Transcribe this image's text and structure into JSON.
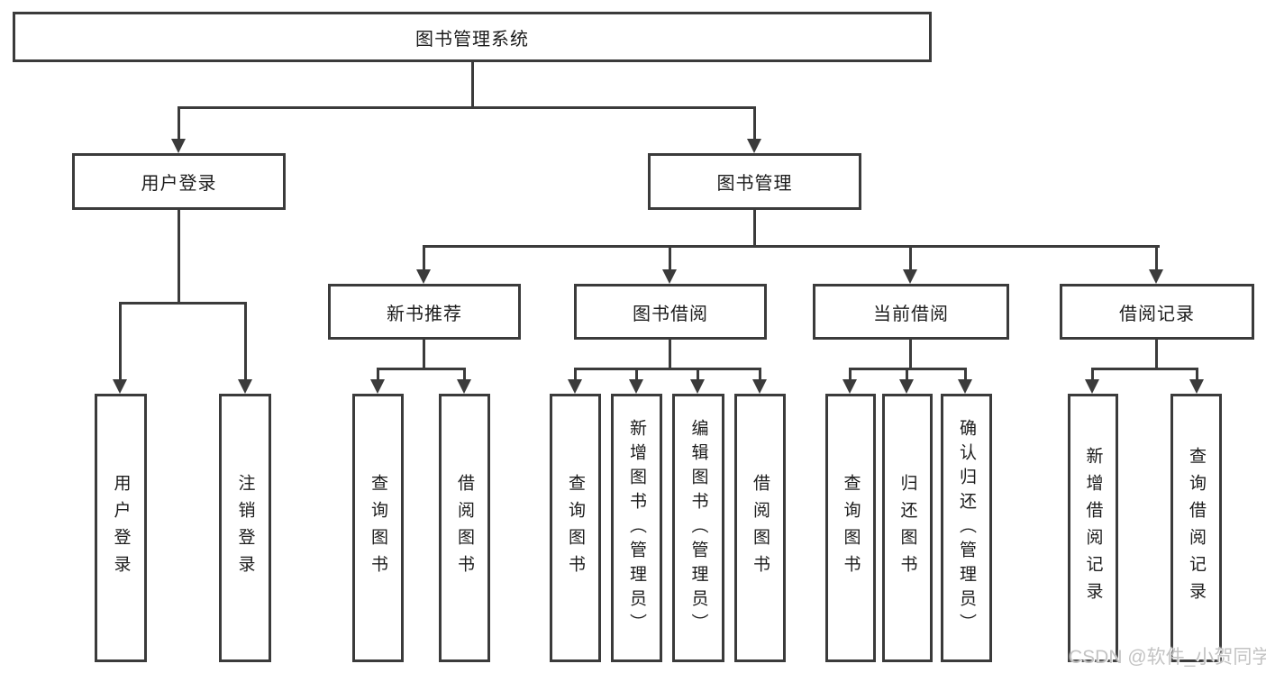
{
  "diagram": {
    "title": "图书管理系统",
    "user_login": {
      "label": "用户登录",
      "children": [
        "用户登录",
        "注销登录"
      ]
    },
    "book_mgmt": {
      "label": "图书管理",
      "sections": {
        "new_book": {
          "label": "新书推荐",
          "children": [
            "查询图书",
            "借阅图书"
          ]
        },
        "book_borrow": {
          "label": "图书借阅",
          "children": [
            "查询图书",
            "新增图书（管理员）",
            "编辑图书（管理员）",
            "借阅图书"
          ]
        },
        "current_borrow": {
          "label": "当前借阅",
          "children": [
            "查询图书",
            "归还图书",
            "确认归还（管理员）"
          ]
        },
        "borrow_record": {
          "label": "借阅记录",
          "children": [
            "新增借阅记录",
            "查询借阅记录"
          ]
        }
      }
    }
  },
  "watermark": "CSDN @软件_小贺同学",
  "colors": {
    "line": "#3b3b3b",
    "text": "#1c1c1c",
    "watermark": "#c3c3c3",
    "background": "#ffffff"
  }
}
